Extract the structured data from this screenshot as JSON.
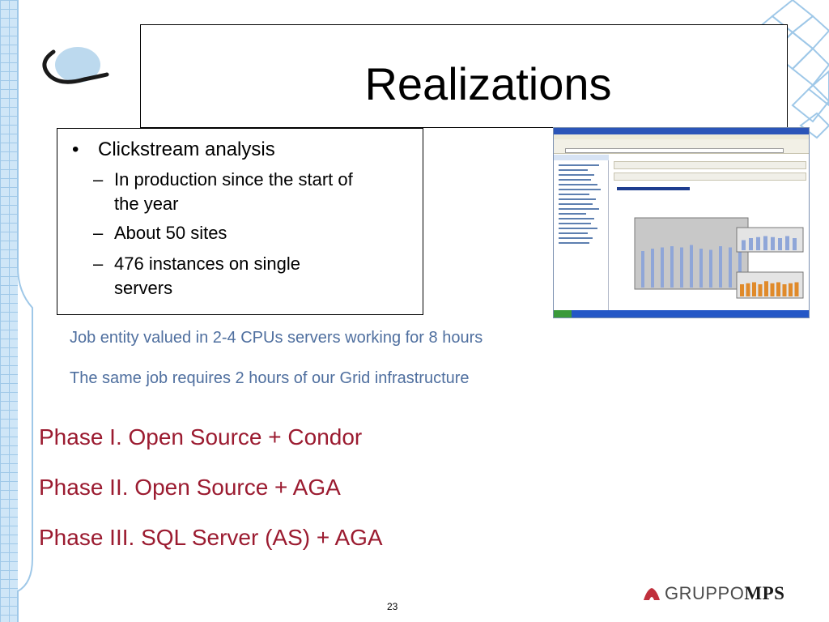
{
  "slide": {
    "title": "Realizations",
    "page_number": "23"
  },
  "content": {
    "bullet": "Clickstream analysis",
    "subitems": [
      {
        "line1": "In production since the start of",
        "line2": "the year"
      },
      {
        "line1": "About 50 sites",
        "line2": ""
      },
      {
        "line1": "476 instances on single",
        "line2": "servers"
      }
    ]
  },
  "notes": [
    "Job entity valued in 2-4 CPUs servers working for 8 hours",
    "The same job requires 2 hours of our Grid infrastructure"
  ],
  "phases": [
    "Phase I. Open Source + Condor",
    "Phase II. Open Source + AGA",
    "Phase III. SQL Server (AS) + AGA"
  ],
  "brand": {
    "prefix": "GRUPPO",
    "suffix": "MPS",
    "mark_color": "#c0303c"
  },
  "colors": {
    "note_text": "#4f6f9f",
    "phase_text": "#9b1b30",
    "decor": "#9fc8e8"
  },
  "screenshot": {
    "chart_bars": [
      30,
      32,
      33,
      34,
      33,
      35,
      32,
      31,
      34,
      33,
      30
    ],
    "chart2_bars": [
      10,
      12,
      13,
      14,
      13,
      12,
      14,
      12
    ],
    "chart3_bars": [
      12,
      13,
      14,
      12,
      15,
      13,
      14,
      12,
      13,
      14
    ]
  }
}
